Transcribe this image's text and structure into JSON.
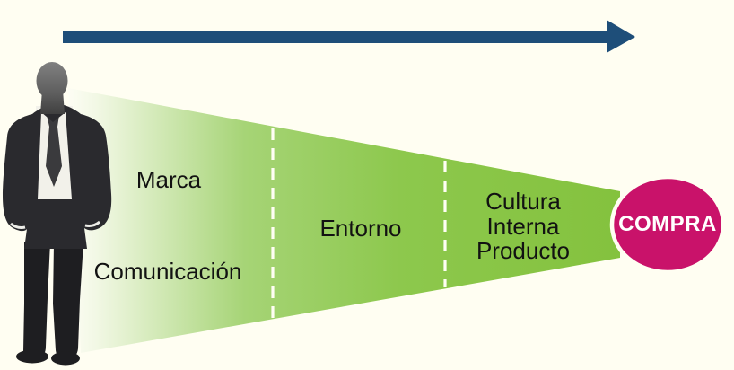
{
  "diagram_type": "purchase-funnel",
  "background_color": "#FFFEF2",
  "arrow": {
    "direction": "right",
    "color": "#1E4E79",
    "icon": "arrow-right"
  },
  "person": {
    "icon": "businessman-silhouette"
  },
  "funnel": {
    "color_start": "#FDFDF4",
    "color_end": "#84C23E",
    "divider_color": "#FFFEF4",
    "stages": [
      {
        "labels": [
          "Marca",
          "Comunicación"
        ]
      },
      {
        "labels": [
          "Entorno"
        ]
      },
      {
        "labels": [
          "Cultura",
          "Interna",
          "Producto"
        ]
      }
    ]
  },
  "result": {
    "label": "COMPRA",
    "circle_color": "#C9126A",
    "text_color": "#FFFFFF"
  }
}
